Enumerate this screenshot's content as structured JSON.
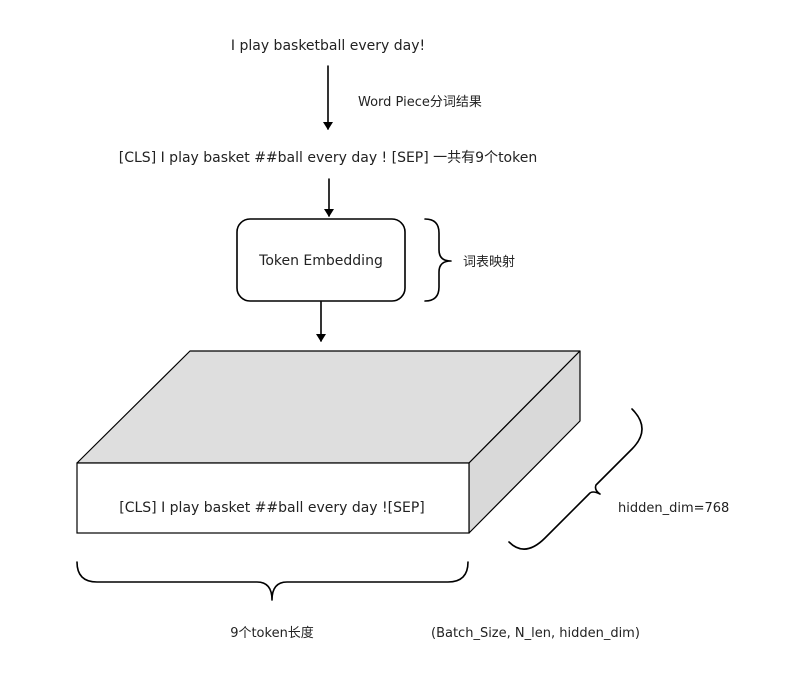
{
  "diagram": {
    "input_sentence": "I play basketball every day!",
    "step1_label": "Word Piece分词结果",
    "tokenized_sentence": "[CLS] I play basket ##ball every day ! [SEP] 一共有9个token",
    "embedding_box_label": "Token Embedding",
    "embedding_brace_label": "词表映射",
    "tensor_front_text": "[CLS] I play basket ##ball every day ![SEP]",
    "hidden_dim_label": "hidden_dim=768",
    "length_label": "9个token长度",
    "shape_label": "(Batch_Size, N_len, hidden_dim)",
    "colors": {
      "line": "#000000",
      "text": "#222222",
      "tensor_top": "#dedede",
      "tensor_side": "#d9d9d9",
      "tensor_front": "#ffffff"
    }
  }
}
